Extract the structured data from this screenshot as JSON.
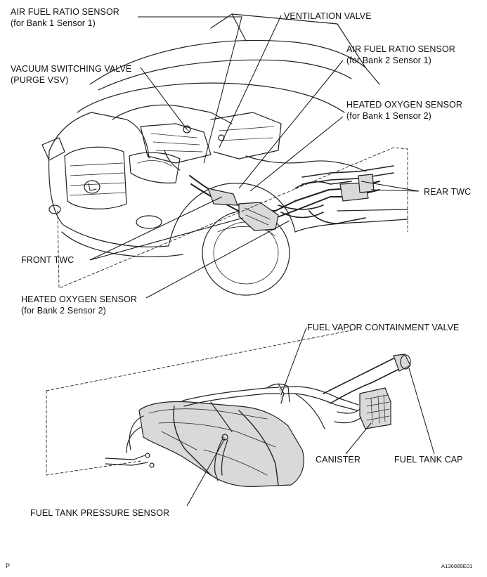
{
  "labels": {
    "af_bank1": {
      "line1": "AIR FUEL RATIO SENSOR",
      "line2": "(for Bank 1 Sensor 1)"
    },
    "ventilation": {
      "line1": "VENTILATION VALVE"
    },
    "af_bank2": {
      "line1": "AIR FUEL RATIO SENSOR",
      "line2": "(for Bank 2 Sensor 1)"
    },
    "vsv": {
      "line1": "VACUUM SWITCHING VALVE",
      "line2": "(PURGE VSV)"
    },
    "ho2_bank1": {
      "line1": "HEATED OXYGEN SENSOR",
      "line2": "(for Bank 1 Sensor 2)"
    },
    "rear_twc": {
      "line1": "REAR TWC"
    },
    "front_twc": {
      "line1": "FRONT TWC"
    },
    "ho2_bank2": {
      "line1": "HEATED OXYGEN SENSOR",
      "line2": "(for Bank 2 Sensor 2)"
    },
    "fuel_vapor": {
      "line1": "FUEL VAPOR CONTAINMENT VALVE"
    },
    "canister": {
      "line1": "CANISTER"
    },
    "fuel_tank_cap": {
      "line1": "FUEL TANK CAP"
    },
    "fuel_tank_pressure": {
      "line1": "FUEL TANK PRESSURE SENSOR"
    }
  },
  "footer": {
    "page_mark": "P",
    "figure_id": "A136889E01"
  },
  "colors": {
    "ink": "#111111",
    "part_fill": "#d9d9d9",
    "background": "#ffffff"
  }
}
